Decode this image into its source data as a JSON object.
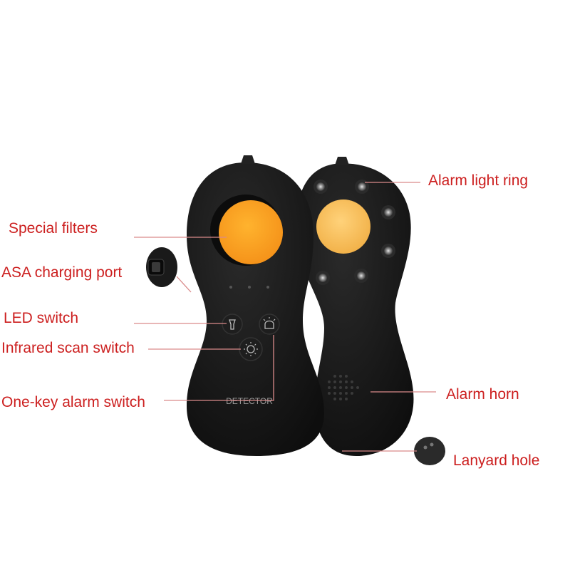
{
  "labels": {
    "special_filters": "Special filters",
    "charging_port": "ASA charging port",
    "led_switch": "LED switch",
    "infrared_switch": "Infrared scan switch",
    "alarm_switch": "One-key alarm switch",
    "alarm_light_ring": "Alarm light ring",
    "alarm_horn": "Alarm horn",
    "lanyard_hole": "Lanyard hole"
  },
  "device": {
    "brand_text": "DETECTOR"
  },
  "colors": {
    "label_text": "#cc1f1f",
    "leader_line": "#d98a8a",
    "device_body": "#161616",
    "filter_lens": "#ffa31a",
    "led": "#777777"
  }
}
